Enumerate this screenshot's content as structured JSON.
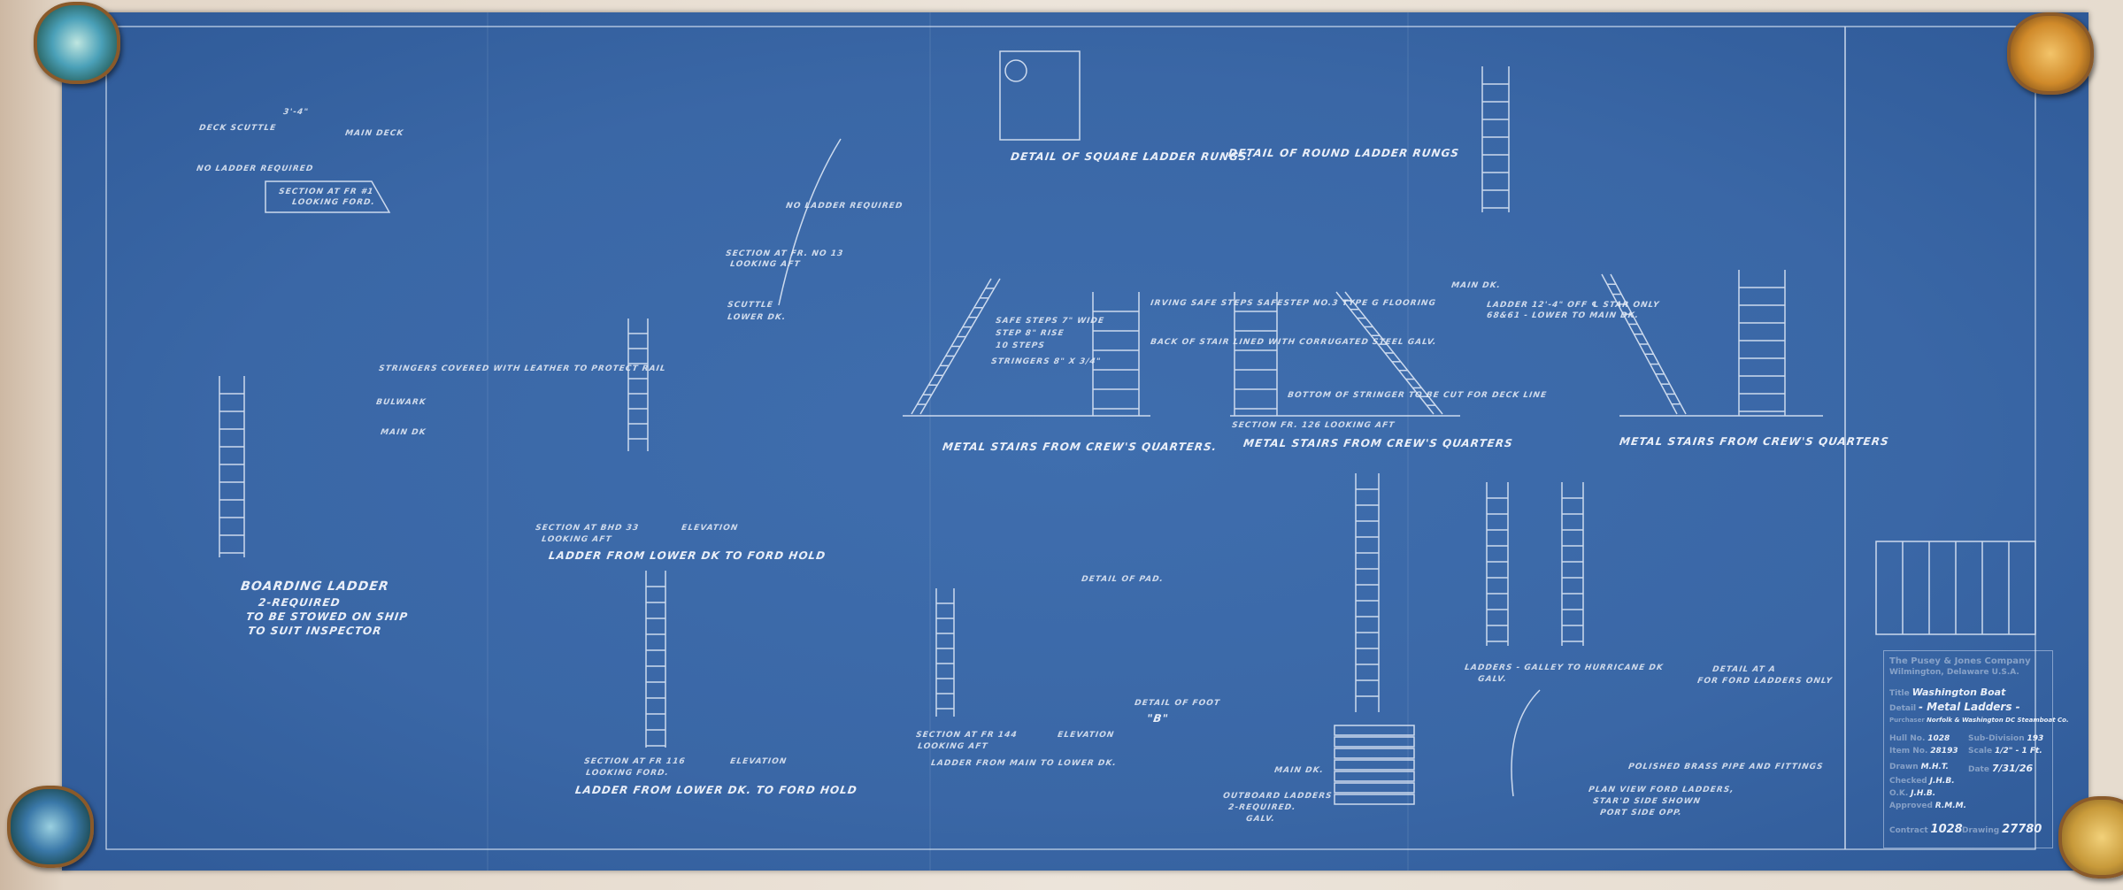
{
  "drawing_views": {
    "section_fr1": {
      "note": "No Ladder Required",
      "title": "Section at Fr #1",
      "sub": "Looking Ford.",
      "deck_scuttle": "Deck Scuttle",
      "main_deck": "Main Deck",
      "dim": "3'-4\""
    },
    "section_fr13": {
      "note": "No Ladder Required",
      "title": "Section at Fr. No 13",
      "sub": "Looking Aft"
    },
    "square_rungs": "Detail of Square Ladder Rungs.",
    "round_rungs": "Detail of Round Ladder Rungs",
    "ladder_star": {
      "line1": "Ladder 12'-4\" off ℄ Star only",
      "line2": "68&61 - Lower to Main Dk."
    },
    "metal_stairs": [
      "Metal Stairs from Crew's Quarters.",
      "Metal Stairs from Crew's Quarters",
      "Metal Stairs from Crew's Quarters"
    ],
    "stairs_notes": [
      "Stringers 8\" x 3/4\"",
      "Safe Steps 7\" Wide",
      "Step 8\" Rise",
      "10 Steps",
      "Irving Safe Steps Safestep No.3 Type G Flooring",
      "Back of Stair Lined with Corrugated Steel Galv.",
      "Bottom of Stringer to be cut for Deck Line",
      "Section Fr. 126 Looking Aft",
      "Main Dk."
    ],
    "boarding_ladder": {
      "line1": "Boarding Ladder",
      "line2": "2-Required",
      "line3": "to be stowed on ship",
      "line4": "to suit inspector",
      "note": "Stringers covered with leather to protect rail",
      "bulwark": "Bulwark",
      "main_dk": "Main Dk"
    },
    "ladder_lower_hold_1": {
      "section": "Section at Bhd 33",
      "section_sub": "Looking Aft",
      "elev": "Elevation",
      "title": "Ladder from Lower Dk to Ford Hold",
      "scuttle": "Scuttle",
      "lower_dk": "Lower Dk."
    },
    "ladder_lower_hold_2": {
      "section": "Section at Fr 116",
      "section_sub": "Looking Ford.",
      "elev": "Elevation",
      "title": "Ladder from Lower Dk. to Ford Hold"
    },
    "ladder_main_lower": {
      "section": "Section at Fr 144",
      "section_sub": "Looking Aft",
      "elev": "Elevation",
      "title": "Ladder from Main to Lower Dk."
    },
    "detail_pad": "Detail of Pad.",
    "detail_foot": {
      "title": "Detail of Foot",
      "mark": "\"B\""
    },
    "outboard": {
      "line1": "Outboard Ladders",
      "line2": "2-Required.",
      "line3": "Galv.",
      "main_dk": "Main Dk."
    },
    "galley_ladders": {
      "line1": "Ladders - Galley to Hurricane Dk",
      "line2": "Galv."
    },
    "detail_a": {
      "line1": "Detail at A",
      "line2": "for Ford Ladders only"
    },
    "plan_view": {
      "line1": "Plan View Ford Ladders,",
      "line2": "Star'd Side Shown",
      "line3": "Port Side Opp.",
      "rail": "Polished Brass Pipe and Fittings"
    }
  },
  "title_block": {
    "company": "The Pusey & Jones Company",
    "city": "Wilmington, Delaware U.S.A.",
    "title_label": "Title",
    "title": "Washington Boat",
    "detail_label": "Detail",
    "detail": "- Metal Ladders -",
    "purchaser_label": "Purchaser",
    "purchaser": "Norfolk & Washington DC Steamboat Co.",
    "hull_label": "Hull No.",
    "hull": "1028",
    "sub_label": "Sub-Division",
    "sub": "193",
    "item_label": "Item No.",
    "item": "28193",
    "scale_label": "Scale",
    "scale": "1/2\" - 1 Ft.",
    "drawn_label": "Drawn",
    "drawn": "M.H.T.",
    "date_label": "Date",
    "date": "7/31/26",
    "checked_label": "Checked",
    "checked": "J.H.B.",
    "ok_label": "O.K.",
    "ok": "J.H.B.",
    "approved_label": "Approved",
    "approved": "R.M.M.",
    "contract_label": "Contract",
    "contract": "1028",
    "drawing_label": "Drawing",
    "drawing": "27780"
  },
  "colors": {
    "paper": "#3c6aa8",
    "ink": "#e8eef8",
    "table": "#e6dccf"
  }
}
